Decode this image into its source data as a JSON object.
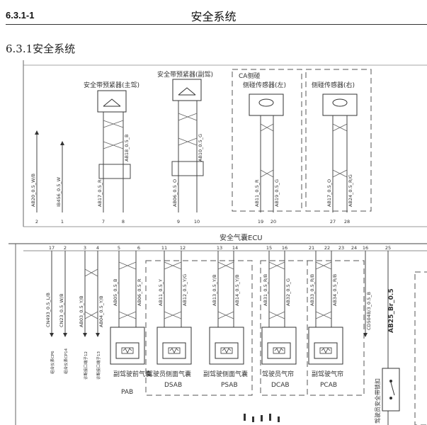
{
  "header": {
    "code": "6.3.1-1",
    "title": "安全系统"
  },
  "section_title": "6.3.1安全系统",
  "diagram": {
    "top_components": [
      {
        "label": "安全带预紧器(主驾)"
      },
      {
        "label": "安全带预紧器(副驾)"
      },
      {
        "label": "侧碰传感器(左)",
        "label_prefix": "CA侧碰"
      },
      {
        "label": "侧碰传感器(右)"
      }
    ],
    "top_wires": [
      "AB20_0.5_W/B",
      "IB456_0.5_W",
      "AB17_0.5_R",
      "AB18_0.5_B",
      "AB06_0.5_O",
      "AB10_0.5_G",
      "AB11_0.5_R",
      "AB19_0.5_G",
      "AB17_0.5_O",
      "AB24_0.5_R/G"
    ],
    "top_pins": [
      "2",
      "1",
      "7",
      "8",
      "9",
      "10",
      "19",
      "20",
      "27",
      "28"
    ],
    "connector_label": "安全气囊ECU",
    "bottom_pins": [
      "17",
      "2",
      "3",
      "4",
      "5",
      "6",
      "11",
      "12",
      "13",
      "14",
      "15",
      "16",
      "21",
      "22",
      "23",
      "24",
      "25",
      "16"
    ],
    "bottom_wires": [
      "CN493_0.5_L/B",
      "CN23_0.5_W/B",
      "AB03_0.5_Y/B",
      "AB04_0.5_Y/B",
      "AB05_0.5_B",
      "AB06_0.5_R",
      "AB11_0.5_Y",
      "AB12_0.5_Y/G",
      "AB13_0.5_Y/B",
      "AB14_0.5_Y/B",
      "AB31_0.5_R/B",
      "AB32_0.5_G",
      "AB33_0.5_R/B",
      "AB34_0.5_R/B",
      "CD504B/3_0.5_B"
    ],
    "bottom_components": [
      {
        "label": "副驾驶前气囊",
        "code": "PAB"
      },
      {
        "label": "驾驶员侧面气囊",
        "code": "DSAB"
      },
      {
        "label": "副驾驶侧面气囊",
        "code": "PSAB"
      },
      {
        "label": "驾驶员气帘",
        "code": "DCAB"
      },
      {
        "label": "副驾驶气帘",
        "code": "PCAB"
      }
    ],
    "vertical_wire_label": "AB25_Br_0.5",
    "buckle_switch_label": "驾驶员安全带锁扣",
    "ground_notes": [
      "组合仪表CP6",
      "组合仪表CP14",
      "诊断接口端子12",
      "诊断接口端子13"
    ]
  }
}
